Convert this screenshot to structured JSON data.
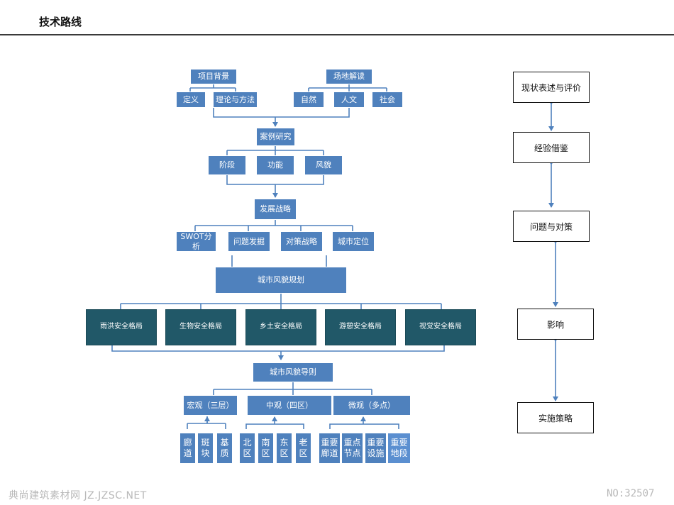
{
  "header": {
    "title": "技术路线"
  },
  "flow": {
    "project_background": "项目背景",
    "definition": "定义",
    "theory_method": "理论与方法",
    "site_interpretation": "场地解读",
    "nature": "自然",
    "humanity": "人文",
    "society": "社会",
    "case_study": "案例研究",
    "stage": "阶段",
    "function": "功能",
    "style": "风貌",
    "development_strategy": "发展战略",
    "swot": "SWOT分析",
    "problem_discovery": "问题发掘",
    "countermeasure_strategy": "对策战略",
    "city_positioning": "城市定位",
    "city_style_planning": "城市风貌规划",
    "patterns": [
      "雨洪安全格局",
      "生物安全格局",
      "乡土安全格局",
      "游憩安全格局",
      "视觉安全格局"
    ],
    "city_style_guide": "城市风貌导则",
    "macro": "宏观（三层）",
    "meso": "中观（四区）",
    "micro": "微观（多点）",
    "macro_items": [
      "廊\n道",
      "斑\n块",
      "基\n质"
    ],
    "meso_items": [
      "北\n区",
      "南\n区",
      "东\n区",
      "老\n区"
    ],
    "micro_items": [
      "重要\n廊道",
      "重点\n节点",
      "重要\n设施",
      "重要\n地段"
    ]
  },
  "side": {
    "status": "现状表述与评价",
    "experience": "经验借鉴",
    "problem": "问题与对策",
    "influence": "影响",
    "implementation": "实施策略"
  },
  "footer": {
    "watermark": "典尚建筑素材网 JZ.JZSC.NET",
    "number": "NO:32507"
  },
  "colors": {
    "box_blue": "#4f81bd",
    "box_dark": "#215868",
    "line": "#4f81bd"
  }
}
